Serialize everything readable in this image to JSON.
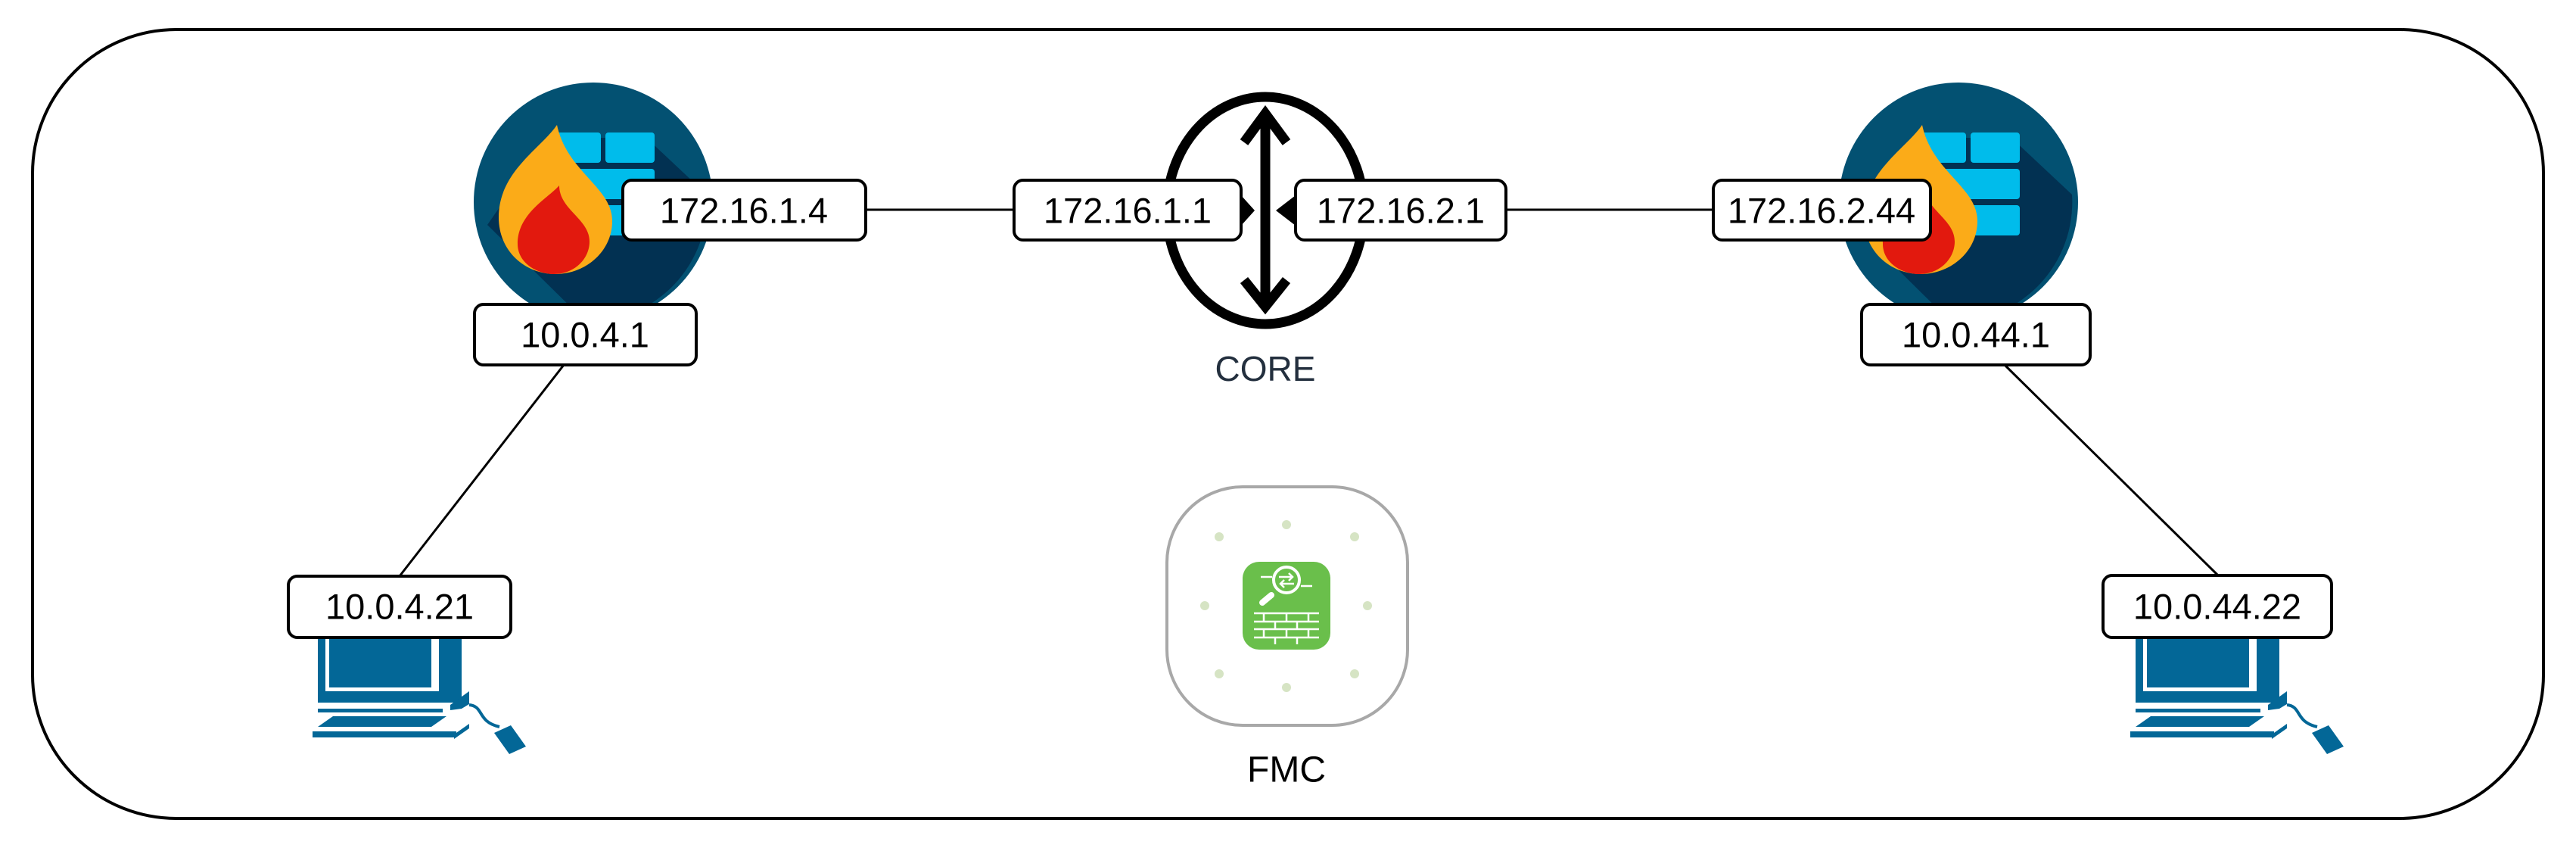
{
  "nodes": {
    "core": {
      "label": "CORE"
    },
    "fmc": {
      "label": "FMC"
    }
  },
  "interfaces": {
    "fw_left_outside": "172.16.1.4",
    "fw_left_inside": "10.0.4.1",
    "core_left": "172.16.1.1",
    "core_right": "172.16.2.1",
    "fw_right_outside": "172.16.2.44",
    "fw_right_inside": "10.0.44.1",
    "host_left": "10.0.4.21",
    "host_right": "10.0.44.22"
  },
  "colors": {
    "firewall_bg": "#035172",
    "firewall_shadow": "#023152",
    "firewall_brick": "#00bceb",
    "flame_outer": "#fbab18",
    "flame_inner": "#e2190e",
    "host": "#036797",
    "fmc_green": "#6abf4b",
    "fmc_dots": "#d6e4c4",
    "core_label": "#232f3e"
  }
}
